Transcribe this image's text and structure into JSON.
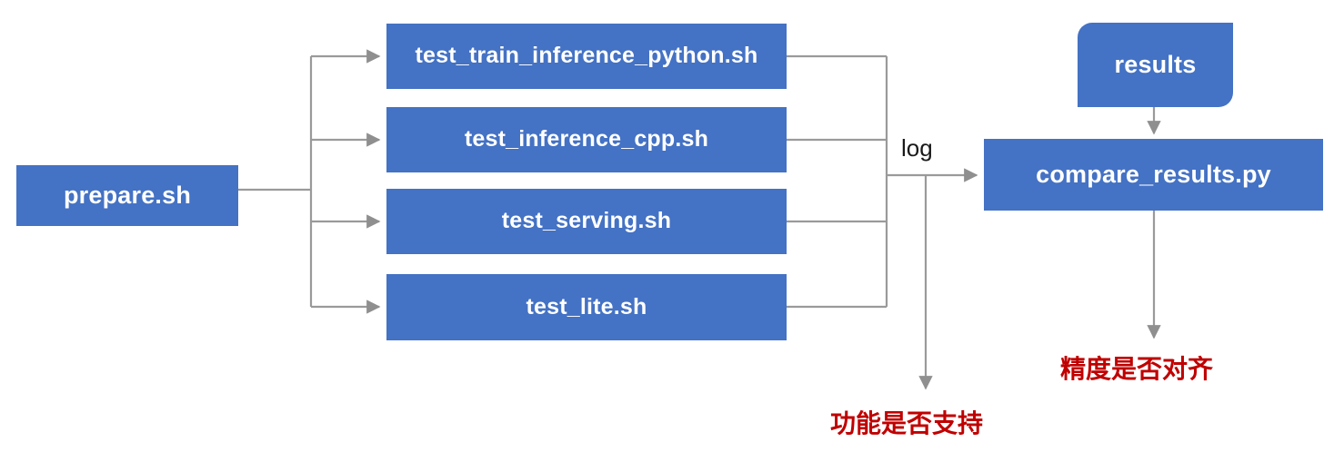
{
  "diagram": {
    "title": "Test automation pipeline flow",
    "colors": {
      "node_fill": "#4472c4",
      "node_text": "#ffffff",
      "connector": "#9a9a9a",
      "note_text": "#c00000",
      "edge_label_text": "#1a1a1a",
      "background": "#ffffff"
    },
    "nodes": {
      "prepare": {
        "label": "prepare.sh"
      },
      "test_train_inference_python": {
        "label": "test_train_inference_python.sh"
      },
      "test_inference_cpp": {
        "label": "test_inference_cpp.sh"
      },
      "test_serving": {
        "label": "test_serving.sh"
      },
      "test_lite": {
        "label": "test_lite.sh"
      },
      "results": {
        "label": "results"
      },
      "compare_results": {
        "label": "compare_results.py"
      }
    },
    "edge_labels": {
      "log": "log"
    },
    "notes": {
      "function_supported": "功能是否支持",
      "accuracy_aligned": "精度是否对齐"
    }
  }
}
